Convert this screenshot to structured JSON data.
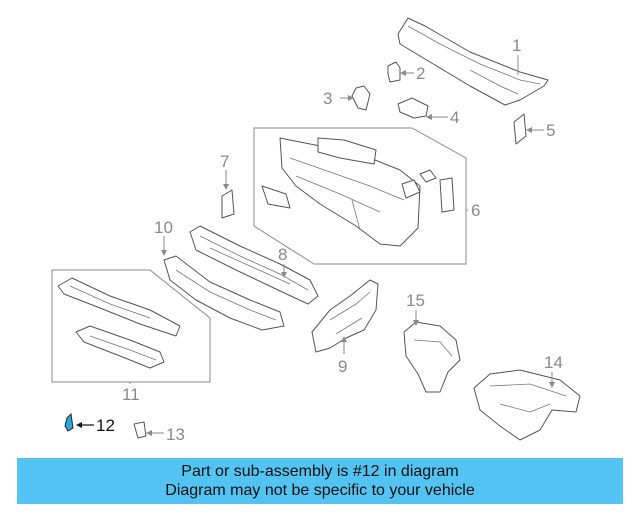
{
  "callouts": {
    "c1": "1",
    "c2": "2",
    "c3": "3",
    "c4": "4",
    "c5": "5",
    "c6": "6",
    "c7": "7",
    "c8": "8",
    "c9": "9",
    "c10": "10",
    "c11": "11",
    "c12": "12",
    "c13": "13",
    "c14": "14",
    "c15": "15"
  },
  "highlighted_part": "12",
  "colors": {
    "highlight": "#2aa7de",
    "banner": "#53c3f3"
  },
  "banner": {
    "line1": "Part or sub-assembly is #12 in diagram",
    "line2": "Diagram may not be specific to your vehicle"
  }
}
